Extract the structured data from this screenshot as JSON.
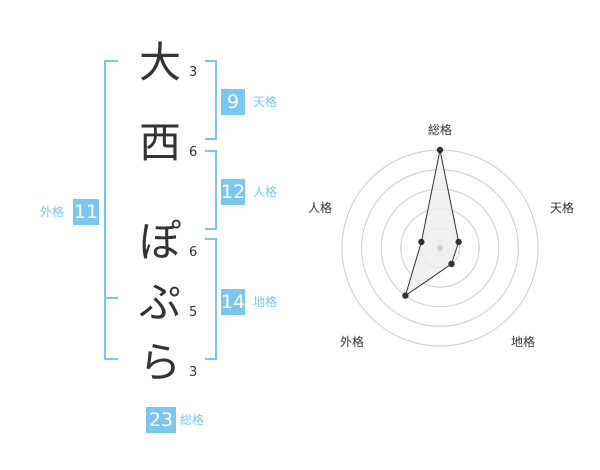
{
  "name": {
    "chars": [
      {
        "char": "大",
        "strokes": "3"
      },
      {
        "char": "西",
        "strokes": "6"
      },
      {
        "char": "ぽ",
        "strokes": "6"
      },
      {
        "char": "ぷ",
        "strokes": "5"
      },
      {
        "char": "ら",
        "strokes": "3"
      }
    ]
  },
  "fortune": {
    "tenkaku": {
      "value": "9",
      "label": "天格"
    },
    "jinkaku": {
      "value": "12",
      "label": "人格"
    },
    "chikaku": {
      "value": "14",
      "label": "地格"
    },
    "gaikaku": {
      "value": "11",
      "label": "外格"
    },
    "soukaku": {
      "value": "23",
      "label": "総格"
    }
  },
  "radar": {
    "axes": [
      "総格",
      "天格",
      "地格",
      "外格",
      "人格"
    ],
    "values": [
      5,
      1,
      1,
      3,
      1
    ],
    "max": 5,
    "colors": {
      "ring": "#cccccc",
      "fill": "#eeeeee",
      "line": "#333333",
      "center": "#cccccc"
    }
  }
}
